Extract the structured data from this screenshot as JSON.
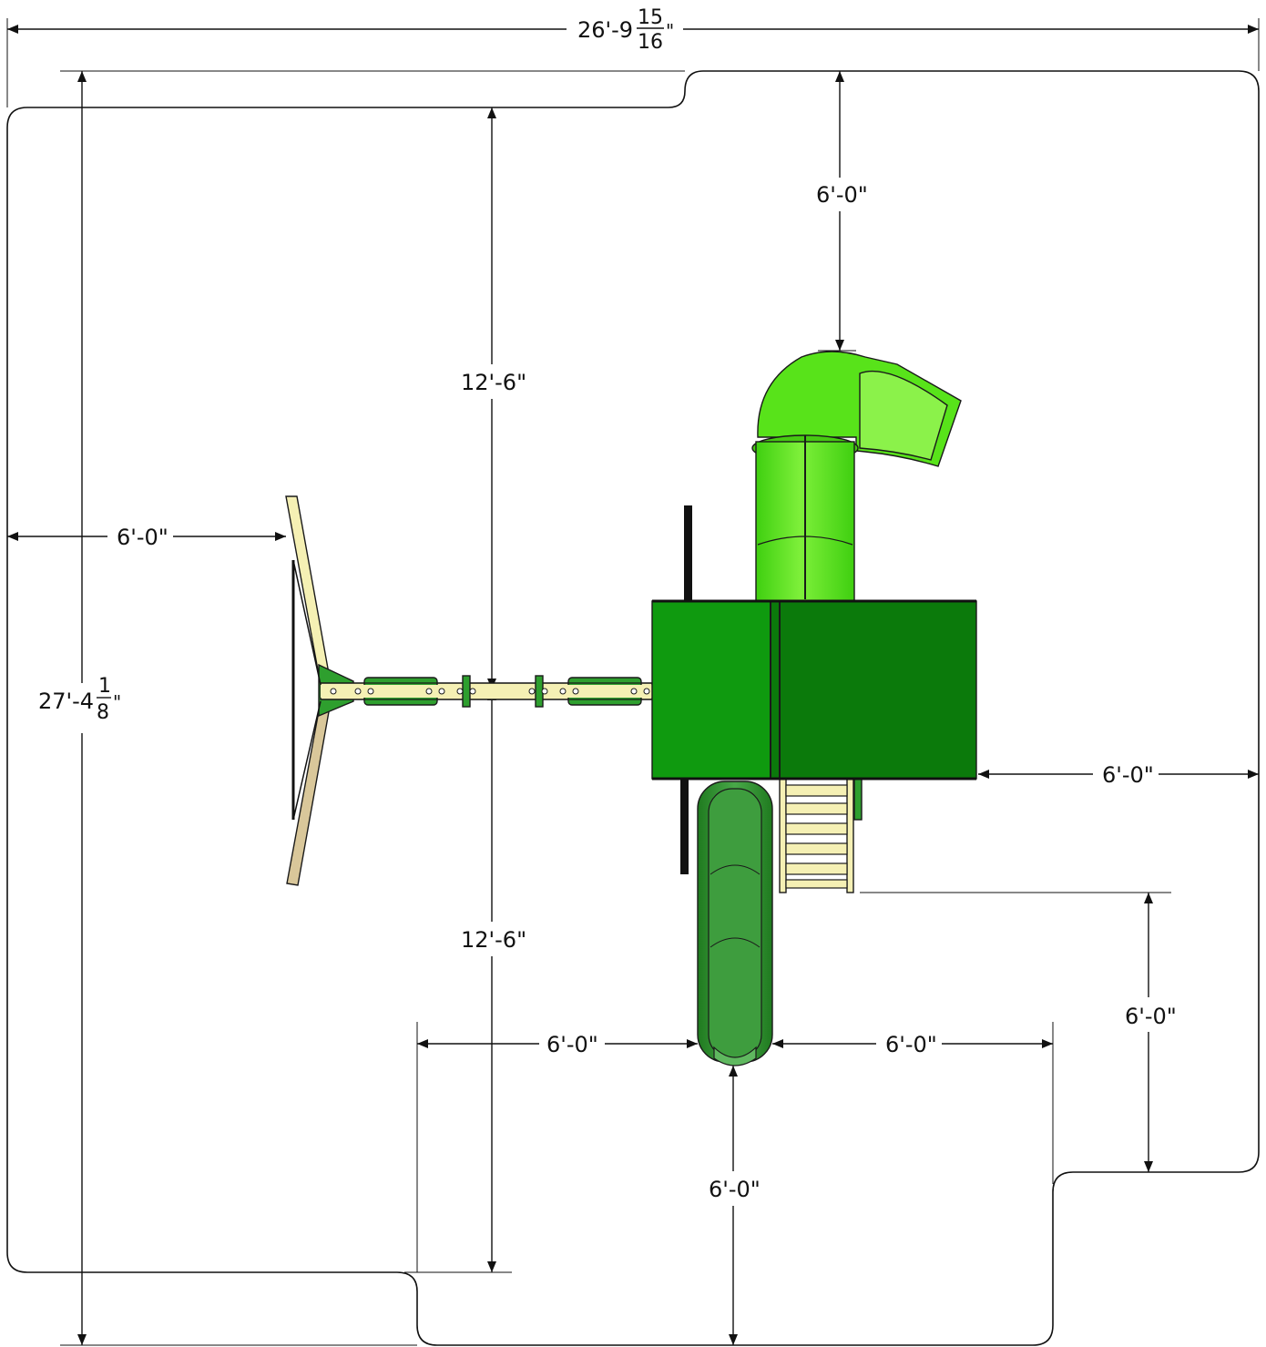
{
  "dimensions": {
    "overall_width": {
      "main": "26'-9",
      "num": "15",
      "den": "16",
      "unit": "\""
    },
    "overall_depth": {
      "main": "27'-4",
      "num": "1",
      "den": "8",
      "unit": "\""
    },
    "top_clearance": "6'-0\"",
    "upper_half": "12'-6\"",
    "lower_half": "12'-6\"",
    "left_clearance": "6'-0\"",
    "right_clearance": "6'-0\"",
    "ladder_clearance": "6'-0\"",
    "slide_left": "6'-0\"",
    "slide_right": "6'-0\"",
    "slide_bottom": "6'-0\""
  },
  "colors": {
    "platform": "#0e8a0e",
    "platform_dark": "#0b7a0b",
    "tube": "#58e31a",
    "slide": "#2f8f2f",
    "wood": "#f5f0b4",
    "tan": "#d9c79a"
  }
}
